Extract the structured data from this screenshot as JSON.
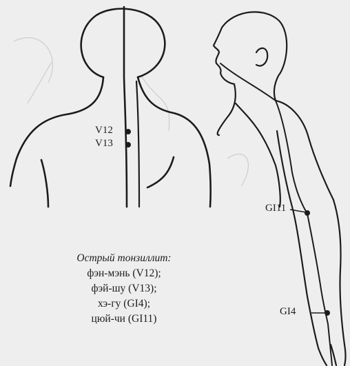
{
  "points": {
    "v12": "V12",
    "v13": "V13",
    "gi11": "GI11",
    "gi4": "GI4"
  },
  "caption": {
    "title": "Острый тонзиллит:",
    "lines": [
      "фэн-мэнь (V12);",
      "фэй-шу (V13);",
      "хэ-гу (GI4);",
      "цюй-чи (GI11)"
    ]
  },
  "colors": {
    "paper": "#eeeeee",
    "ink": "#1c1c1c",
    "sketch": "#c8c8c8"
  }
}
